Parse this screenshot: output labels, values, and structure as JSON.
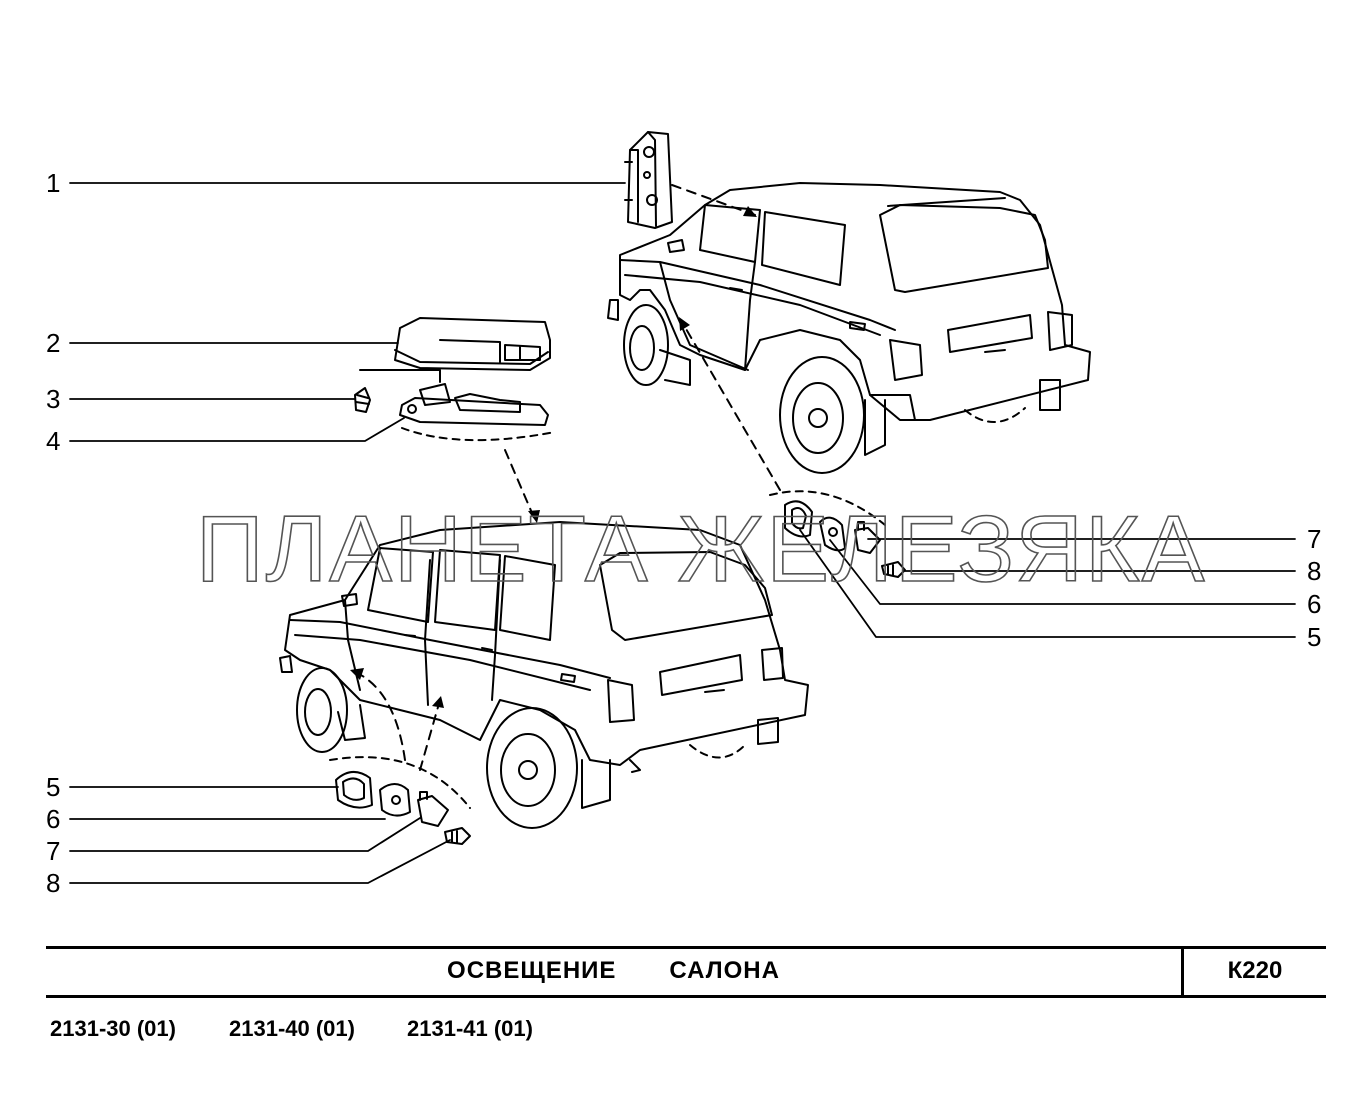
{
  "watermark": "ПЛАНЕТА ЖЕЛЕЗЯКА",
  "callouts": {
    "c1": "1",
    "c2": "2",
    "c3": "3",
    "c4": "4",
    "r7": "7",
    "r8": "8",
    "r6": "6",
    "r5": "5",
    "l5": "5",
    "l6": "6",
    "l7": "7",
    "l8": "8"
  },
  "title": "ОСВЕЩЕНИЕ   САЛОНА",
  "code": "К220",
  "models": [
    "2131-30 (01)",
    "2131-40 (01)",
    "2131-41 (01)"
  ]
}
